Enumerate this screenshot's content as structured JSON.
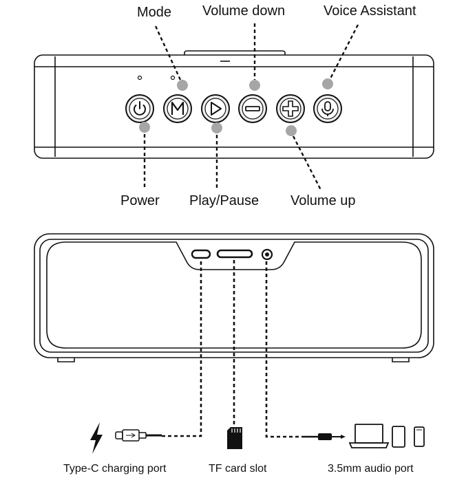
{
  "top_view": {
    "labels": {
      "mode": "Mode",
      "volume_down": "Volume  down",
      "voice_assistant": "Voice Assistant",
      "power": "Power",
      "play_pause": "Play/Pause",
      "volume_up": "Volume up"
    },
    "buttons": [
      {
        "name": "power-button",
        "icon": "power-icon"
      },
      {
        "name": "mode-button",
        "icon": "mode-m-icon"
      },
      {
        "name": "play-pause-button",
        "icon": "play-icon"
      },
      {
        "name": "volume-down-button",
        "icon": "minus-icon"
      },
      {
        "name": "volume-up-button",
        "icon": "plus-icon"
      },
      {
        "name": "voice-assistant-button",
        "icon": "microphone-icon"
      }
    ]
  },
  "back_view": {
    "ports": {
      "type_c": "Type-C charging port",
      "tf_card": "TF card slot",
      "audio": "3.5mm audio port"
    },
    "icons": [
      "lightning-icon",
      "usb-c-cable-icon",
      "sd-card-icon",
      "aux-plug-icon",
      "laptop-icon",
      "tablet-icon",
      "phone-icon"
    ]
  },
  "colors": {
    "line": "#111111",
    "marker": "#a6a6a6",
    "button_fill": "#e8e8e8"
  }
}
